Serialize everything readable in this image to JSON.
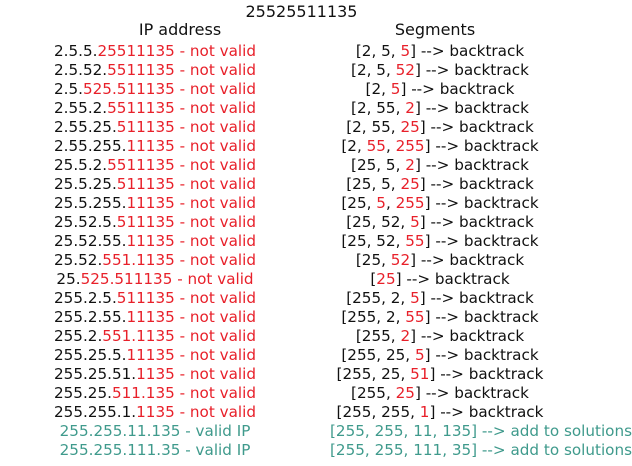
{
  "title": "25525511135",
  "headers": {
    "ip": "IP address",
    "segments": "Segments"
  },
  "rows": [
    {
      "ip": [
        [
          "2.5.5.",
          "b"
        ],
        [
          "25511135 - not valid",
          "r"
        ]
      ],
      "seg": [
        [
          "[2, 5, ",
          "b"
        ],
        [
          "5",
          "r"
        ],
        [
          "] --> backtrack",
          "b"
        ]
      ]
    },
    {
      "ip": [
        [
          "2.5.52.",
          "b"
        ],
        [
          "5511135 - not valid",
          "r"
        ]
      ],
      "seg": [
        [
          "[2, 5, ",
          "b"
        ],
        [
          "52",
          "r"
        ],
        [
          "] --> backtrack",
          "b"
        ]
      ]
    },
    {
      "ip": [
        [
          "2.5.",
          "b"
        ],
        [
          "525",
          "r"
        ],
        [
          ".511135 - not valid",
          "r"
        ]
      ],
      "seg": [
        [
          "[2, ",
          "b"
        ],
        [
          "5",
          "r"
        ],
        [
          "] --> backtrack",
          "b"
        ]
      ]
    },
    {
      "ip": [
        [
          "2.55.2.",
          "b"
        ],
        [
          "5511135 - not valid",
          "r"
        ]
      ],
      "seg": [
        [
          "[2, 55, ",
          "b"
        ],
        [
          "2",
          "r"
        ],
        [
          "] --> backtrack",
          "b"
        ]
      ]
    },
    {
      "ip": [
        [
          "2.55.25.",
          "b"
        ],
        [
          "511135 - not valid",
          "r"
        ]
      ],
      "seg": [
        [
          "[2, 55, ",
          "b"
        ],
        [
          "25",
          "r"
        ],
        [
          "] --> backtrack",
          "b"
        ]
      ]
    },
    {
      "ip": [
        [
          "2.55.255.",
          "b"
        ],
        [
          "11135 - not valid",
          "r"
        ]
      ],
      "seg": [
        [
          "[2, ",
          "b"
        ],
        [
          "55",
          "r"
        ],
        [
          ", ",
          "b"
        ],
        [
          "255",
          "r"
        ],
        [
          "] --> backtrack",
          "b"
        ]
      ]
    },
    {
      "ip": [
        [
          "25.5.2.",
          "b"
        ],
        [
          "5511135 - not valid",
          "r"
        ]
      ],
      "seg": [
        [
          "[25, 5, ",
          "b"
        ],
        [
          "2",
          "r"
        ],
        [
          "] --> backtrack",
          "b"
        ]
      ]
    },
    {
      "ip": [
        [
          "25.5.25.",
          "b"
        ],
        [
          "511135 - not valid",
          "r"
        ]
      ],
      "seg": [
        [
          "[25, 5, ",
          "b"
        ],
        [
          "25",
          "r"
        ],
        [
          "] --> backtrack",
          "b"
        ]
      ]
    },
    {
      "ip": [
        [
          "25.5.255.",
          "b"
        ],
        [
          "11135 - not valid",
          "r"
        ]
      ],
      "seg": [
        [
          "[25, ",
          "b"
        ],
        [
          "5",
          "r"
        ],
        [
          ", ",
          "b"
        ],
        [
          "255",
          "r"
        ],
        [
          "] --> backtrack",
          "b"
        ]
      ]
    },
    {
      "ip": [
        [
          "25.52.5.",
          "b"
        ],
        [
          "511135 - not valid",
          "r"
        ]
      ],
      "seg": [
        [
          "[25, 52, ",
          "b"
        ],
        [
          "5",
          "r"
        ],
        [
          "] --> backtrack",
          "b"
        ]
      ]
    },
    {
      "ip": [
        [
          "25.52.55.",
          "b"
        ],
        [
          "11135 - not valid",
          "r"
        ]
      ],
      "seg": [
        [
          "[25, 52, ",
          "b"
        ],
        [
          "55",
          "r"
        ],
        [
          "] --> backtrack",
          "b"
        ]
      ]
    },
    {
      "ip": [
        [
          "25.52.",
          "b"
        ],
        [
          "551",
          "r"
        ],
        [
          ".1135 - not valid",
          "r"
        ]
      ],
      "seg": [
        [
          "[25, ",
          "b"
        ],
        [
          "52",
          "r"
        ],
        [
          "] --> backtrack",
          "b"
        ]
      ]
    },
    {
      "ip": [
        [
          "25.",
          "b"
        ],
        [
          "525",
          "r"
        ],
        [
          ".511135 - not valid",
          "r"
        ]
      ],
      "seg": [
        [
          "[",
          "b"
        ],
        [
          "25",
          "r"
        ],
        [
          "] --> backtrack",
          "b"
        ]
      ]
    },
    {
      "ip": [
        [
          "255.2.5.",
          "b"
        ],
        [
          "511135 - not valid",
          "r"
        ]
      ],
      "seg": [
        [
          "[255, 2, ",
          "b"
        ],
        [
          "5",
          "r"
        ],
        [
          "] --> backtrack",
          "b"
        ]
      ]
    },
    {
      "ip": [
        [
          "255.2.55.",
          "b"
        ],
        [
          "11135 - not valid",
          "r"
        ]
      ],
      "seg": [
        [
          "[255, 2, ",
          "b"
        ],
        [
          "55",
          "r"
        ],
        [
          "] --> backtrack",
          "b"
        ]
      ]
    },
    {
      "ip": [
        [
          "255.2.",
          "b"
        ],
        [
          "551",
          "r"
        ],
        [
          ".1135 - not valid",
          "r"
        ]
      ],
      "seg": [
        [
          "[255, ",
          "b"
        ],
        [
          "2",
          "r"
        ],
        [
          "] --> backtrack",
          "b"
        ]
      ]
    },
    {
      "ip": [
        [
          "255.25.5.",
          "b"
        ],
        [
          "11135 - not valid",
          "r"
        ]
      ],
      "seg": [
        [
          "[255, 25, ",
          "b"
        ],
        [
          "5",
          "r"
        ],
        [
          "] --> backtrack",
          "b"
        ]
      ]
    },
    {
      "ip": [
        [
          "255.25.51.",
          "b"
        ],
        [
          "1135 - not valid",
          "r"
        ]
      ],
      "seg": [
        [
          "[255, 25, ",
          "b"
        ],
        [
          "51",
          "r"
        ],
        [
          "] --> backtrack",
          "b"
        ]
      ]
    },
    {
      "ip": [
        [
          "255.25.",
          "b"
        ],
        [
          "511",
          "r"
        ],
        [
          ".135 - not valid",
          "r"
        ]
      ],
      "seg": [
        [
          "[255, ",
          "b"
        ],
        [
          "25",
          "r"
        ],
        [
          "] --> backtrack",
          "b"
        ]
      ]
    },
    {
      "ip": [
        [
          "255.255.1.",
          "b"
        ],
        [
          "1135 - not valid",
          "r"
        ]
      ],
      "seg": [
        [
          "[255, 255, ",
          "b"
        ],
        [
          "1",
          "r"
        ],
        [
          "] --> backtrack",
          "b"
        ]
      ]
    },
    {
      "ip": [
        [
          "255.255.11.135 - valid IP",
          "g"
        ]
      ],
      "seg": [
        [
          "[255, 255, 11, 135] --> add to solutions",
          "g"
        ]
      ]
    },
    {
      "ip": [
        [
          "255.255.111.35 - valid IP",
          "g"
        ]
      ],
      "seg": [
        [
          "[255, 255, 111, 35] --> add to solutions",
          "g"
        ]
      ]
    }
  ]
}
